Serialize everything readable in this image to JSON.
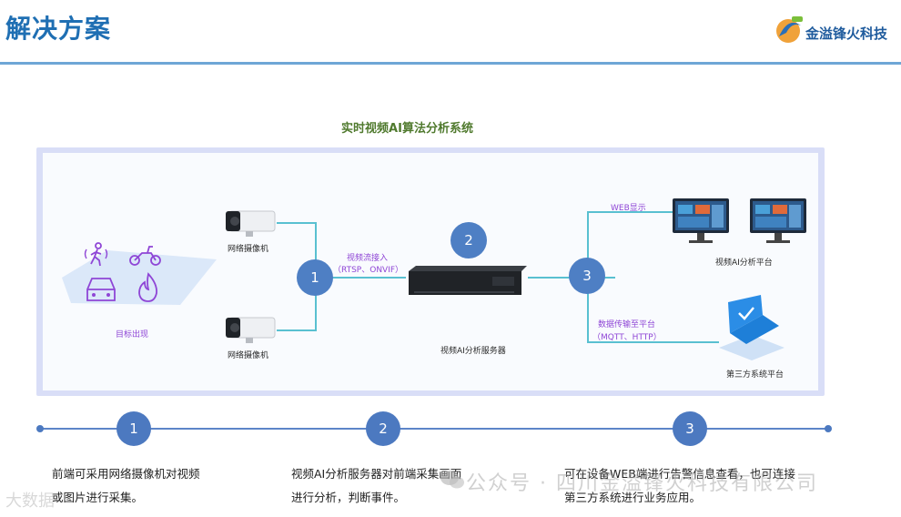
{
  "header": {
    "title": "解决方案",
    "logo_text": "金溢锋火科技"
  },
  "diagram": {
    "title": "实时视频AI算法分析系统",
    "targets_label": "目标出现",
    "camera_top_label": "网络摄像机",
    "camera_bottom_label": "网络摄像机",
    "stream_label_1": "视频流接入",
    "stream_label_2": "（RTSP、ONVIF）",
    "server_label": "视频AI分析服务器",
    "web_label": "WEB显示",
    "monitor_label": "视频AI分析平台",
    "push_label_1": "数据传输至平台",
    "push_label_2": "（MQTT、HTTP）",
    "third_party_label": "第三方系统平台",
    "node_1": "1",
    "node_2": "2",
    "node_3": "3"
  },
  "timeline": {
    "steps": [
      {
        "number": "1",
        "line1": "前端可采用网络摄像机对视频",
        "line2": "或图片进行采集。"
      },
      {
        "number": "2",
        "line1": "视频AI分析服务器对前端采集画面",
        "line2": "进行分析，判断事件。"
      },
      {
        "number": "3",
        "line1": "可在设备WEB端进行告警信息查看，也可连接",
        "line2": "第三方系统进行业务应用。"
      }
    ]
  },
  "watermark": {
    "text": "公众号 · 四川金溢锋火科技有限公司",
    "corner_text": "大数据"
  },
  "colors": {
    "title_blue": "#1f6fb3",
    "node_blue": "#4e7fc4",
    "connector_cyan": "#59c0d1",
    "target_purple": "#8f46d6",
    "diagram_title_green": "#507a2e"
  }
}
